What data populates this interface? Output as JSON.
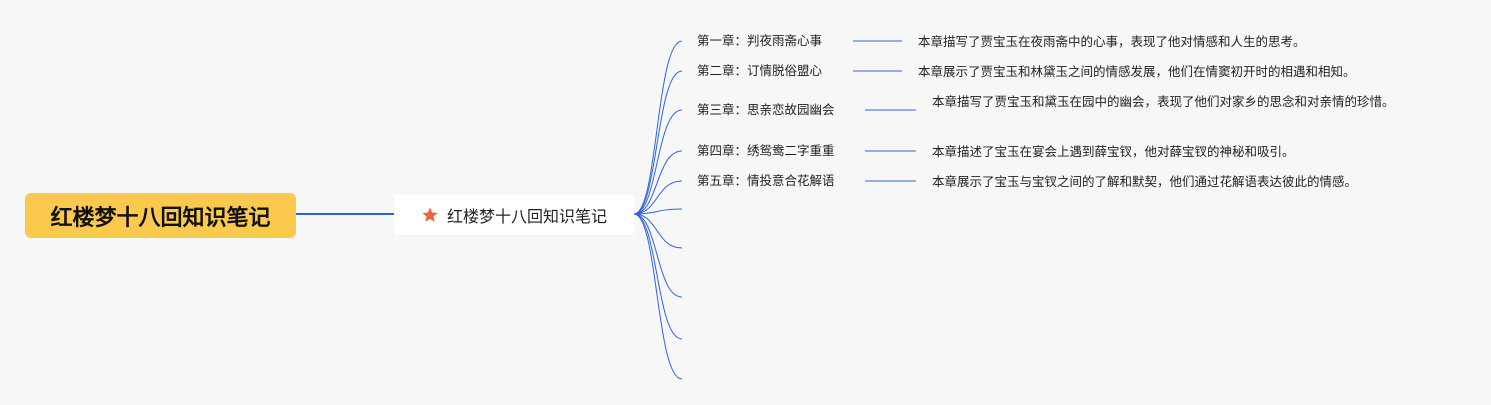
{
  "mindmap": {
    "root": {
      "label": "红楼梦十八回知识笔记",
      "color": "#fbc94d"
    },
    "main_topic": {
      "label": "红楼梦十八回知识笔记",
      "icon": "star-icon",
      "icon_color": "#e8663a"
    },
    "connector_color": "#2f64d8",
    "chapters": [
      {
        "title": "第一章：判夜雨斋心事",
        "description": "本章描写了贾宝玉在夜雨斋中的心事，表现了他对情感和人生的思考。"
      },
      {
        "title": "第二章：订情脱俗盟心",
        "description": "本章展示了贾宝玉和林黛玉之间的情感发展，他们在情窦初开时的相遇和相知。"
      },
      {
        "title": "第三章：思亲恋故园幽会",
        "description": "本章描写了贾宝玉和黛玉在园中的幽会，表现了他们对家乡的思念和对亲情的珍惜。"
      },
      {
        "title": "第四章：绣鸳鸯二字重重",
        "description": "本章描述了宝玉在宴会上遇到薛宝钗，他对薛宝钗的神秘和吸引。"
      },
      {
        "title": "第五章：情投意合花解语",
        "description": "本章展示了宝玉与宝钗之间的了解和默契，他们通过花解语表达彼此的情感。"
      }
    ]
  }
}
